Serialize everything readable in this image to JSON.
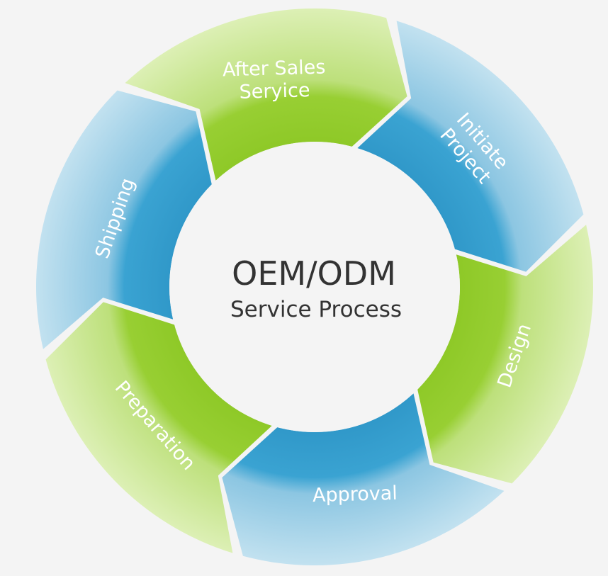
{
  "center": {
    "title": "OEM/ODM",
    "subtitle": "Service Process"
  },
  "stages": [
    {
      "id": "initiate",
      "lines": [
        "Initiate",
        "Project"
      ],
      "tone": "blue"
    },
    {
      "id": "design",
      "lines": [
        "Design"
      ],
      "tone": "green"
    },
    {
      "id": "approval",
      "lines": [
        "Approval"
      ],
      "tone": "blue"
    },
    {
      "id": "preparation",
      "lines": [
        "Preparation"
      ],
      "tone": "green"
    },
    {
      "id": "shipping",
      "lines": [
        "Shipping"
      ],
      "tone": "blue"
    },
    {
      "id": "after-sales",
      "lines": [
        "After Sales",
        "Seryice"
      ],
      "tone": "green"
    }
  ],
  "colors": {
    "background": "#f4f4f4",
    "blue_inner": "#2f97c8",
    "blue_outer": "#a9d6ea",
    "green_inner": "#8fca2a",
    "green_outer": "#d4eca2",
    "center_text": "#333333",
    "label_text": "#ffffff"
  }
}
